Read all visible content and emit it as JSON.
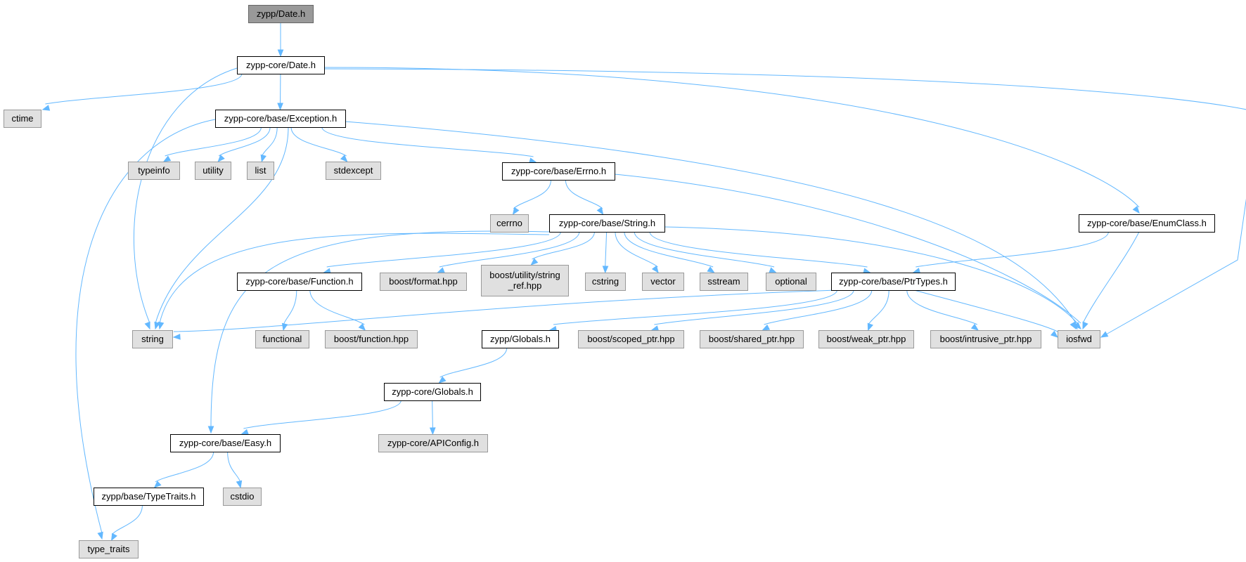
{
  "colors": {
    "root_fill": "#999999",
    "root_stroke": "#666666",
    "documented_fill": "#ffffff",
    "documented_stroke": "#000000",
    "external_fill": "#e0e0e0",
    "external_stroke": "#999999",
    "edge": "#63b8ff"
  },
  "nodes": {
    "zypp_date": {
      "label": "zypp/Date.h",
      "kind": "root"
    },
    "core_date": {
      "label": "zypp-core/Date.h",
      "kind": "documented"
    },
    "ctime": {
      "label": "ctime",
      "kind": "external"
    },
    "exception": {
      "label": "zypp-core/base/Exception.h",
      "kind": "documented"
    },
    "typeinfo": {
      "label": "typeinfo",
      "kind": "external"
    },
    "utility": {
      "label": "utility",
      "kind": "external"
    },
    "list": {
      "label": "list",
      "kind": "external"
    },
    "stdexcept": {
      "label": "stdexcept",
      "kind": "external"
    },
    "errno": {
      "label": "zypp-core/base/Errno.h",
      "kind": "documented"
    },
    "cerrno": {
      "label": "cerrno",
      "kind": "external"
    },
    "string_h": {
      "label": "zypp-core/base/String.h",
      "kind": "documented"
    },
    "enumclass": {
      "label": "zypp-core/base/EnumClass.h",
      "kind": "documented"
    },
    "function_h": {
      "label": "zypp-core/base/Function.h",
      "kind": "documented"
    },
    "boost_format": {
      "label": "boost/format.hpp",
      "kind": "external"
    },
    "boost_string_ref": {
      "label": [
        "boost/utility/string",
        "_ref.hpp"
      ],
      "kind": "external"
    },
    "cstring": {
      "label": "cstring",
      "kind": "external"
    },
    "vector": {
      "label": "vector",
      "kind": "external"
    },
    "sstream": {
      "label": "sstream",
      "kind": "external"
    },
    "optional": {
      "label": "optional",
      "kind": "external"
    },
    "ptrtypes": {
      "label": "zypp-core/base/PtrTypes.h",
      "kind": "documented"
    },
    "string": {
      "label": "string",
      "kind": "external"
    },
    "functional": {
      "label": "functional",
      "kind": "external"
    },
    "boost_function": {
      "label": "boost/function.hpp",
      "kind": "external"
    },
    "zypp_globals": {
      "label": "zypp/Globals.h",
      "kind": "documented"
    },
    "boost_scoped": {
      "label": "boost/scoped_ptr.hpp",
      "kind": "external"
    },
    "boost_shared": {
      "label": "boost/shared_ptr.hpp",
      "kind": "external"
    },
    "boost_weak": {
      "label": "boost/weak_ptr.hpp",
      "kind": "external"
    },
    "boost_intrusive": {
      "label": "boost/intrusive_ptr.hpp",
      "kind": "external"
    },
    "iosfwd": {
      "label": "iosfwd",
      "kind": "external"
    },
    "core_globals": {
      "label": "zypp-core/Globals.h",
      "kind": "documented"
    },
    "easy": {
      "label": "zypp-core/base/Easy.h",
      "kind": "documented"
    },
    "apiconfig": {
      "label": "zypp-core/APIConfig.h",
      "kind": "external"
    },
    "typetraits_h": {
      "label": "zypp/base/TypeTraits.h",
      "kind": "documented"
    },
    "cstdio": {
      "label": "cstdio",
      "kind": "external"
    },
    "type_traits": {
      "label": "type_traits",
      "kind": "external"
    }
  },
  "edges": [
    [
      "zypp_date",
      "core_date"
    ],
    [
      "core_date",
      "ctime"
    ],
    [
      "core_date",
      "exception"
    ],
    [
      "core_date",
      "string"
    ],
    [
      "core_date",
      "enumclass"
    ],
    [
      "core_date",
      "iosfwd"
    ],
    [
      "exception",
      "typeinfo"
    ],
    [
      "exception",
      "utility"
    ],
    [
      "exception",
      "list"
    ],
    [
      "exception",
      "stdexcept"
    ],
    [
      "exception",
      "errno"
    ],
    [
      "exception",
      "string"
    ],
    [
      "exception",
      "iosfwd"
    ],
    [
      "exception",
      "type_traits"
    ],
    [
      "errno",
      "cerrno"
    ],
    [
      "errno",
      "string_h"
    ],
    [
      "errno",
      "iosfwd"
    ],
    [
      "string_h",
      "function_h"
    ],
    [
      "string_h",
      "boost_format"
    ],
    [
      "string_h",
      "boost_string_ref"
    ],
    [
      "string_h",
      "cstring"
    ],
    [
      "string_h",
      "vector"
    ],
    [
      "string_h",
      "sstream"
    ],
    [
      "string_h",
      "optional"
    ],
    [
      "string_h",
      "ptrtypes"
    ],
    [
      "string_h",
      "string"
    ],
    [
      "string_h",
      "iosfwd"
    ],
    [
      "string_h",
      "easy"
    ],
    [
      "enumclass",
      "ptrtypes"
    ],
    [
      "enumclass",
      "iosfwd"
    ],
    [
      "function_h",
      "functional"
    ],
    [
      "function_h",
      "boost_function"
    ],
    [
      "ptrtypes",
      "string"
    ],
    [
      "ptrtypes",
      "zypp_globals"
    ],
    [
      "ptrtypes",
      "boost_scoped"
    ],
    [
      "ptrtypes",
      "boost_shared"
    ],
    [
      "ptrtypes",
      "boost_weak"
    ],
    [
      "ptrtypes",
      "boost_intrusive"
    ],
    [
      "ptrtypes",
      "iosfwd"
    ],
    [
      "zypp_globals",
      "core_globals"
    ],
    [
      "core_globals",
      "easy"
    ],
    [
      "core_globals",
      "apiconfig"
    ],
    [
      "easy",
      "typetraits_h"
    ],
    [
      "easy",
      "cstdio"
    ],
    [
      "typetraits_h",
      "type_traits"
    ]
  ]
}
